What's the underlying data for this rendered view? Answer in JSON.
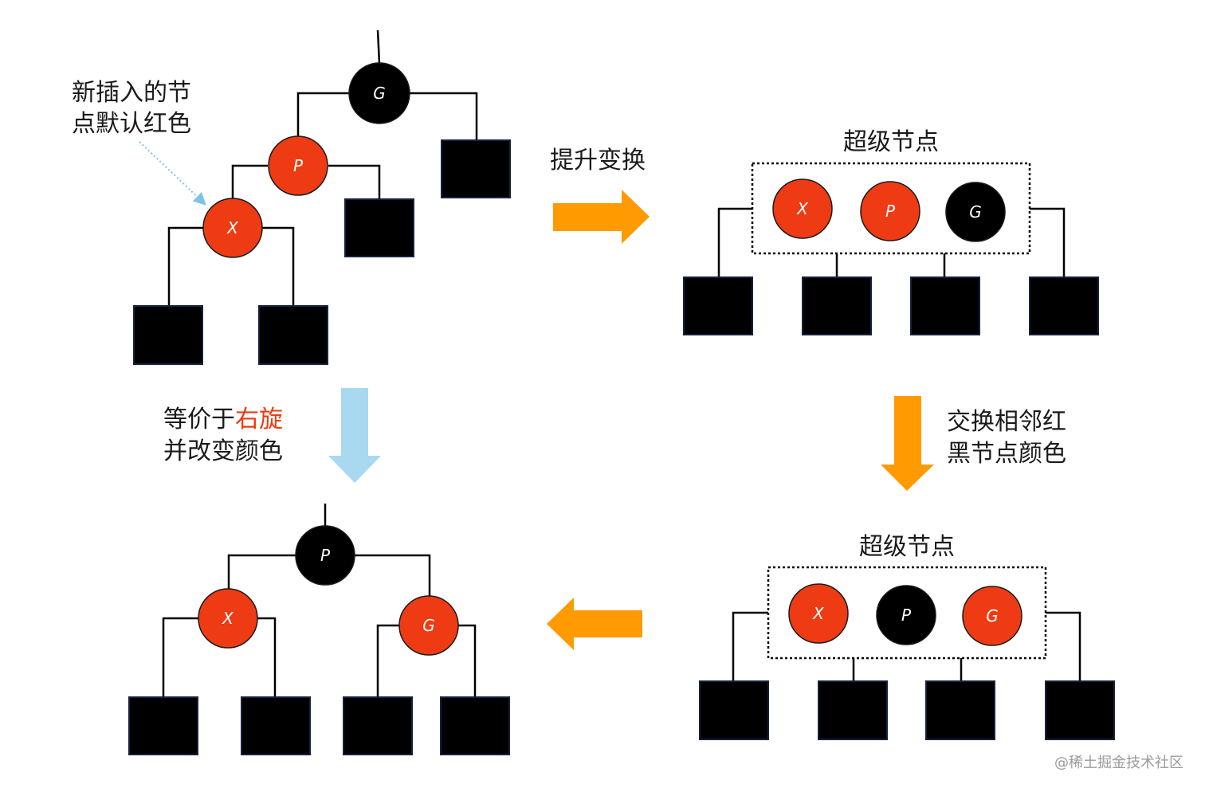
{
  "colors": {
    "red_node": "#ee3b14",
    "black_node": "#000000",
    "orange_arrow": "#ff9a00",
    "blue_arrow": "#a9d8f1",
    "dotted_pointer": "#7cc3e6",
    "highlight_text": "#ee3b14"
  },
  "annotations": {
    "new_node_note": [
      "新插入的节",
      "点默认红色"
    ],
    "promote_label": "提升变换",
    "rotate_label": {
      "prefix": "等价于",
      "highlight": "右旋",
      "line2": "并改变颜色"
    },
    "swap_label": [
      "交换相邻红",
      "黑节点颜色"
    ]
  },
  "trees": {
    "original": {
      "root": {
        "label": "G",
        "color": "#000000"
      },
      "parent": {
        "label": "P",
        "color": "#ee3b14"
      },
      "inserted": {
        "label": "X",
        "color": "#ee3b14"
      }
    },
    "super_node_before": {
      "title": "超级节点",
      "nodes": [
        {
          "label": "X",
          "color": "#ee3b14"
        },
        {
          "label": "P",
          "color": "#ee3b14"
        },
        {
          "label": "G",
          "color": "#000000"
        }
      ]
    },
    "super_node_after": {
      "title": "超级节点",
      "nodes": [
        {
          "label": "X",
          "color": "#ee3b14"
        },
        {
          "label": "P",
          "color": "#000000"
        },
        {
          "label": "G",
          "color": "#ee3b14"
        }
      ]
    },
    "result": {
      "root": {
        "label": "P",
        "color": "#000000"
      },
      "left": {
        "label": "X",
        "color": "#ee3b14"
      },
      "right": {
        "label": "G",
        "color": "#ee3b14"
      }
    }
  },
  "watermark": "@稀土掘金技术社区"
}
